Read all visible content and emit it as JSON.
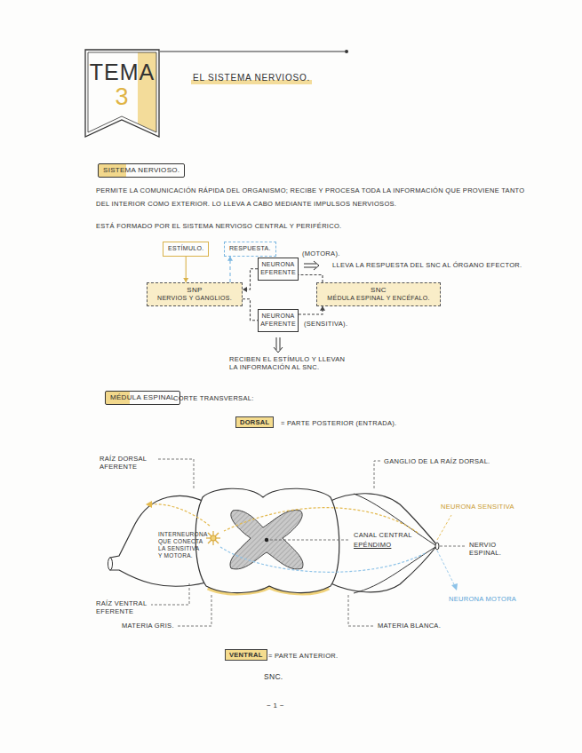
{
  "diagram": {
    "title": "EL SISTEMA NERVIOSO.",
    "nodes": [
      {
        "text": [
          "TEMA",
          "3"
        ]
      },
      {
        "text": [
          "ESTÍMULO."
        ]
      },
      {
        "text": [
          "RESPUESTA."
        ]
      },
      {
        "text": [
          "NEURONA EFERENTE"
        ]
      },
      {
        "text": [
          "SNP",
          "NERVIOS Y GANGLIOS."
        ]
      },
      {
        "text": [
          "SNC",
          "MÉDULA ESPINAL Y ENCÉFALO."
        ]
      },
      {
        "text": [
          "NEURONA AFERENTE"
        ]
      }
    ],
    "edges": [
      {
        "from": 1,
        "to": 4,
        "arrow": "to"
      },
      {
        "from": 4,
        "to": 2,
        "arrow": "to"
      },
      {
        "from": 5,
        "to": 3,
        "arrow": "none"
      },
      {
        "from": 3,
        "to": 4,
        "arrow": "to"
      },
      {
        "from": 4,
        "to": 6,
        "arrow": "none"
      },
      {
        "from": 6,
        "to": 5,
        "arrow": "to"
      }
    ],
    "labels": [
      "SISTEMA NERVIOSO.",
      "PERMITE LA COMUNICACIÓN RÁPIDA DEL ORGANISMO; RECIBE Y PROCESA TODA LA INFORMACIÓN QUE PROVIENE TANTO DEL INTERIOR COMO EXTERIOR. LO LLEVA A CABO MEDIANTE IMPULSOS NERVIOSOS.",
      "ESTÁ FORMADO POR EL SISTEMA NERVIOSO CENTRAL Y PERIFÉRICO.",
      "(MOTORA).",
      "LLEVA LA RESPUESTA DEL SNC AL ÓRGANO EFECTOR.",
      "(SENSITIVA).",
      "RECIBEN EL ESTÍMULO Y LLEVAN LA INFORMACIÓN AL SNC.",
      "MÉDULA ESPINAL",
      "CORTE TRANSVERSAL:",
      "DORSAL",
      "= PARTE POSTERIOR (ENTRADA).",
      "RAÍZ DORSAL AFERENTE",
      "GANGLIO DE LA RAÍZ DORSAL.",
      "NEURONA SENSITIVA",
      "INTERNEURONA QUE CONECTA LA SENSITIVA Y MOTORA.",
      "CANAL CENTRAL",
      "EPÉNDIMO",
      "NERVIO ESPINAL.",
      "NEURONA MOTORA",
      "RAÍZ VENTRAL EFERENTE",
      "MATERIA GRIS.",
      "MATERIA BLANCA.",
      "VENTRAL",
      "= PARTE ANTERIOR.",
      "SNC.",
      "~ 1 ~"
    ]
  }
}
